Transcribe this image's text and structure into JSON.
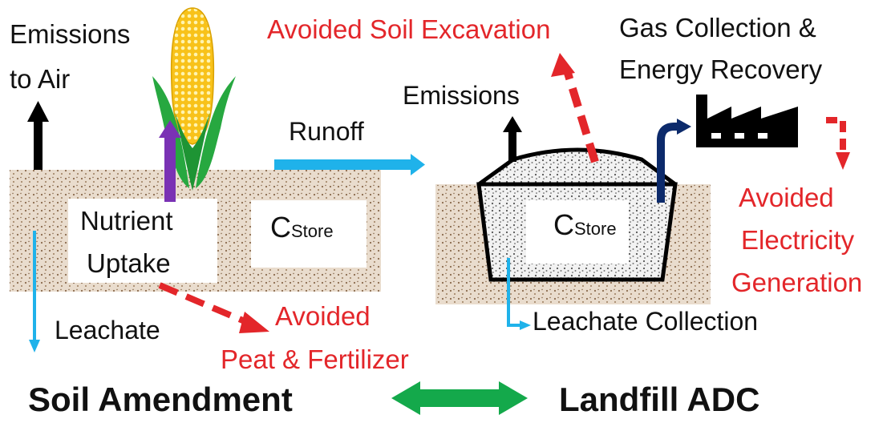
{
  "colors": {
    "text_black": "#111111",
    "text_red": "#e3262a",
    "soil_fill": "#e7d7c6",
    "arrow_blue": "#1fb2ea",
    "arrow_purple": "#7a32b4",
    "arrow_navy": "#0c2a6b",
    "arrow_green": "#14a94b",
    "arrow_red_dashed": "#e3262a",
    "corn_yellow": "#f8c21a",
    "corn_green": "#27a840"
  },
  "icons": {
    "corn": "corn-icon",
    "factory": "factory-icon",
    "landfill": "landfill-mound"
  },
  "soil_side": {
    "emissions_to_air_1": "Emissions",
    "emissions_to_air_2": "to Air",
    "runoff": "Runoff",
    "nutrient_uptake_1": "Nutrient",
    "nutrient_uptake_2": "Uptake",
    "c_store_main": "C",
    "c_store_sub": "Store",
    "leachate": "Leachate",
    "avoided_peat_1": "Avoided",
    "avoided_peat_2": "Peat & Fertilizer",
    "title": "Soil Amendment"
  },
  "landfill_side": {
    "avoided_soil_excavation": "Avoided Soil Excavation",
    "gas_collection_1": "Gas Collection &",
    "gas_collection_2": "Energy Recovery",
    "emissions": "Emissions",
    "c_store_main": "C",
    "c_store_sub": "Store",
    "avoided_electricity_1": "Avoided",
    "avoided_electricity_2": "Electricity",
    "avoided_electricity_3": "Generation",
    "leachate_collection": "Leachate Collection",
    "title": "Landfill ADC"
  }
}
